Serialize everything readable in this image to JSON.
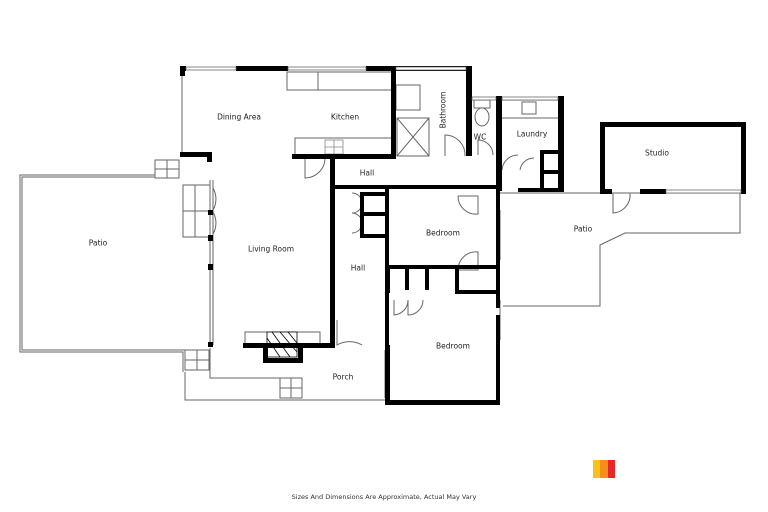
{
  "rooms": {
    "dining_area": "Dining Area",
    "kitchen": "Kitchen",
    "bathroom": "Bathroom",
    "wc": "WC",
    "laundry": "Laundry",
    "studio": "Studio",
    "hall_top": "Hall",
    "hall_mid": "Hall",
    "patio_left": "Patio",
    "patio_right": "Patio",
    "living_room": "Living Room",
    "bedroom_1": "Bedroom",
    "bedroom_2": "Bedroom",
    "porch": "Porch"
  },
  "footer": {
    "disclaimer": "Sizes And Dimensions Are Approximate, Actual May Vary"
  },
  "logo": {
    "colors": [
      "#f7c21a",
      "#f39019",
      "#e8272a"
    ]
  },
  "colors": {
    "wall": "#000000",
    "line": "#555555",
    "background": "#ffffff"
  }
}
